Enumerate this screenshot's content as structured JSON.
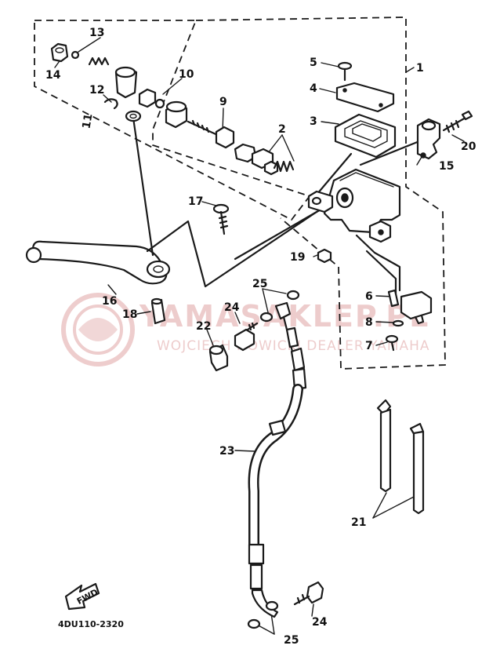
{
  "diagram": {
    "code": "4DU110-2320",
    "fwd_label": "FWD",
    "watermark": {
      "title": "YAMASAKLEP.PL",
      "subtitle": "WOJCIECH NOWICKI DEALER YAMAHA"
    },
    "callouts": {
      "c1": "1",
      "c2": "2",
      "c3": "3",
      "c4": "4",
      "c5": "5",
      "c6": "6",
      "c7": "7",
      "c8": "8",
      "c9": "9",
      "c10": "10",
      "c11": "11",
      "c12": "12",
      "c13": "13",
      "c14": "14",
      "c15": "15",
      "c16": "16",
      "c17": "17",
      "c18": "18",
      "c19": "19",
      "c20": "20",
      "c21": "21",
      "c22": "22",
      "c23": "23",
      "c24a": "24",
      "c24b": "24",
      "c25a": "25",
      "c25b": "25"
    }
  }
}
